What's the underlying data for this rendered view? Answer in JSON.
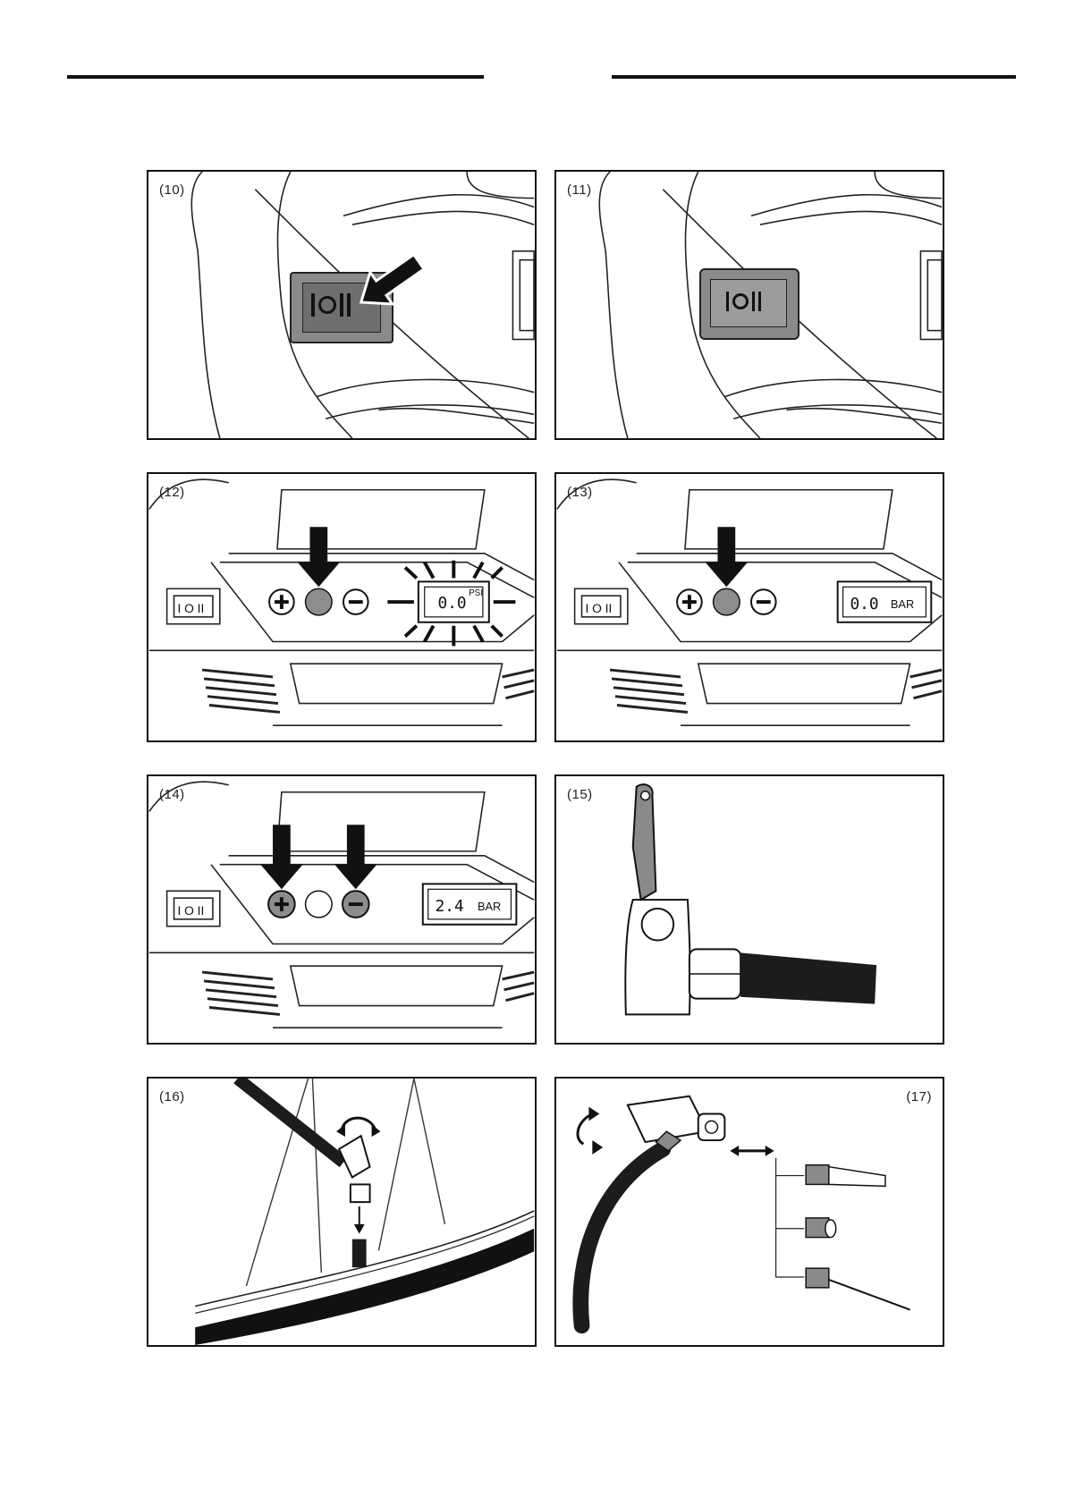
{
  "header": {
    "rules": 2
  },
  "panels": [
    {
      "number": "(10)",
      "description": "press power switch"
    },
    {
      "number": "(11)",
      "description": "switch on"
    },
    {
      "number": "(12)",
      "description": "press center button, display flashes",
      "display_value": "0.0",
      "display_unit": "PSI"
    },
    {
      "number": "(13)",
      "description": "press center button",
      "display_value": "0.0",
      "display_unit": "BAR"
    },
    {
      "number": "(14)",
      "description": "press plus / minus buttons",
      "display_value": "2.4",
      "display_unit": "BAR"
    },
    {
      "number": "(15)",
      "description": "valve connector with hose"
    },
    {
      "number": "(16)",
      "description": "attach connector to wheel valve"
    },
    {
      "number": "(17)",
      "description": "connector with adapters"
    }
  ],
  "icons": {
    "switch_symbol": "I O II",
    "plus": "+",
    "minus": "−"
  }
}
